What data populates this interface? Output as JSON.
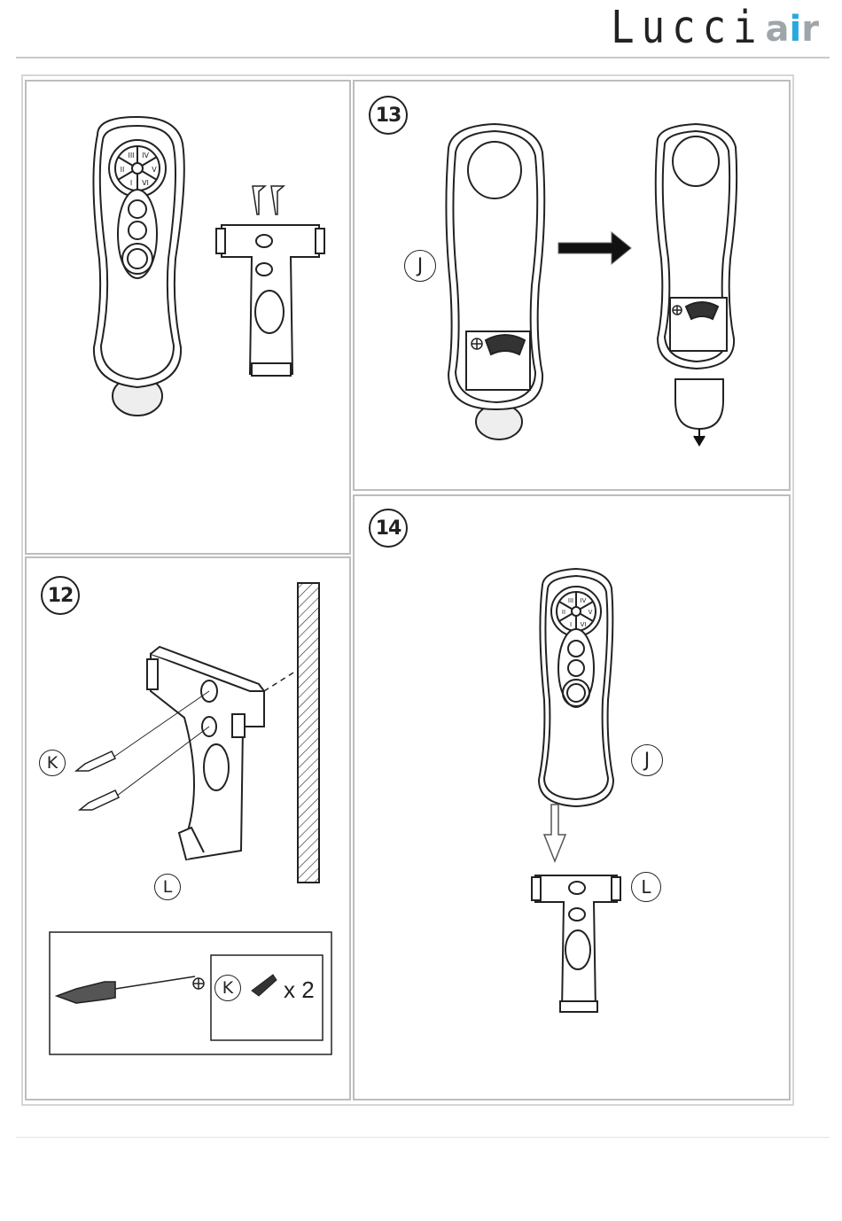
{
  "brand": {
    "part1": "Lucci",
    "part2_a": "a",
    "part2_i": "i",
    "part2_r": "r"
  },
  "steps": {
    "s12": "12",
    "s13": "13",
    "s14": "14"
  },
  "labels": {
    "J": "J",
    "K": "K",
    "L": "L"
  },
  "remote_buttons": {
    "b1": "III",
    "b2": "IV",
    "b3": "II",
    "b4": "V",
    "b5": "I",
    "b6": "VI"
  },
  "parts_box": {
    "quantity": "x 2"
  },
  "icons": {
    "phillips": "phillips-head-symbol",
    "arrow": "right-arrow-icon"
  }
}
